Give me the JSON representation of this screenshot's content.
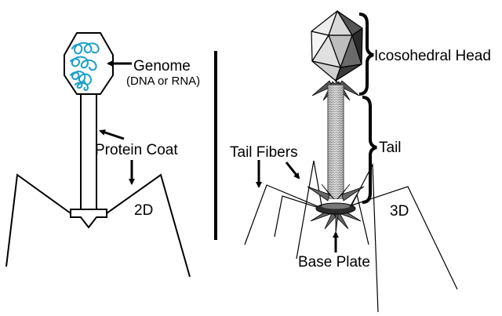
{
  "labels": {
    "genome": "Genome",
    "genome_sub": "(DNA or RNA)",
    "protein_coat": "Protein Coat",
    "label_2d": "2D",
    "icosahedral_head": "Icosohedral Head",
    "tail": "Tail",
    "tail_fibers": "Tail Fibers",
    "label_3d": "3D",
    "base_plate": "Base Plate"
  },
  "colors": {
    "genome_strand": "#1aa0c8",
    "outline": "#000000",
    "background": "#ffffff"
  }
}
